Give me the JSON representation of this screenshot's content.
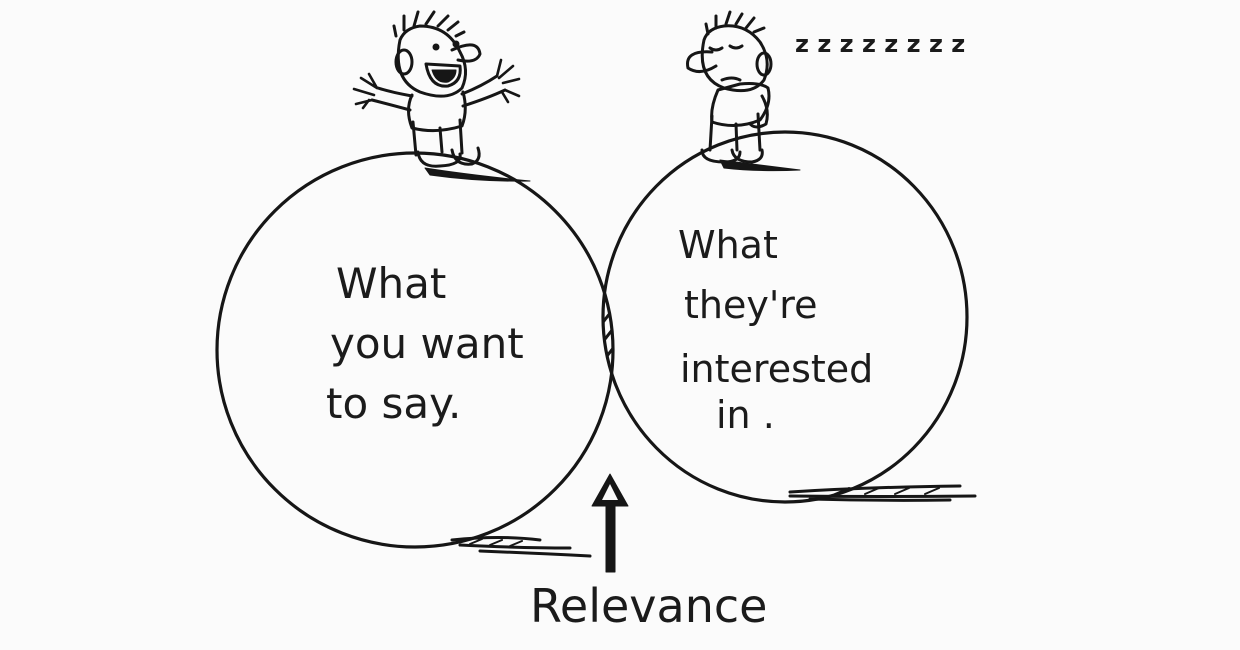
{
  "diagram": {
    "type": "venn",
    "left_circle": {
      "label_lines": [
        "What",
        "you want",
        "to say."
      ]
    },
    "right_circle": {
      "label_lines": [
        "What",
        "they're",
        "interested",
        "in ."
      ]
    },
    "intersection_label": "Relevance",
    "sleep_text": "z z z z z z z z"
  },
  "colors": {
    "ink": "#161616",
    "paper": "#fbfbfb"
  }
}
